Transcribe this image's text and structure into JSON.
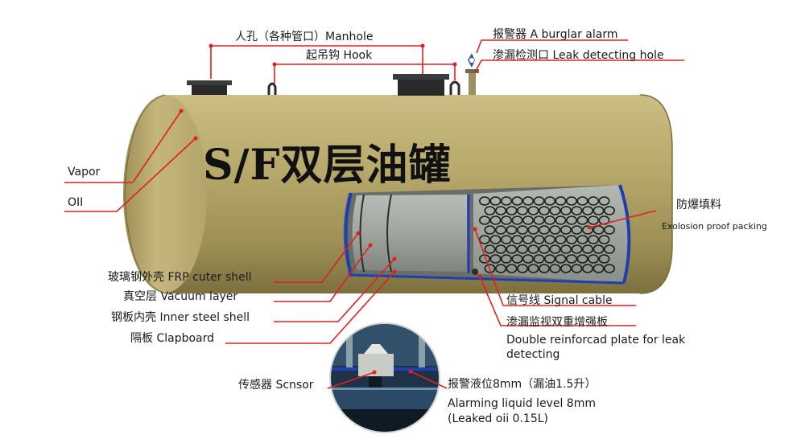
{
  "title": "S/F双层油罐",
  "labels": {
    "manhole": "人孔（各种管口）Manhole",
    "hook": "起吊钩 Hook",
    "alarm": "报警器 A burglar alarm",
    "leak_hole": "渗漏检测口 Leak detecting hole",
    "vapor": "Vapor",
    "oil": "OII",
    "packing_cn": "防爆填料",
    "packing_en": "Exolosion proof packing",
    "frp_shell": "玻璃钢外壳 FRP cuter shell",
    "vacuum": "真空层 Vacuum layer",
    "inner_shell": "钢板内壳 Inner steel shell",
    "clapboard": "隔板 Clapboard",
    "signal_cable": "信号线 Signal cable",
    "plate_cn": "渗漏监视双重增强板",
    "plate_en": "Double reinforcad plate for leak detecting",
    "sensor": "传感器 Scnsor",
    "level_cn": "报警液位8mm（漏油1.5升）",
    "level_en": "Alarming liquid level 8mm",
    "leaked": "(Leaked oii 0.15L)"
  },
  "colors": {
    "tank_body": "#b5a66a",
    "leader": "#e02020",
    "steel": "#9aa09a",
    "frp_blue": "#1d3fb0",
    "sensor_bg": "#1e3347"
  }
}
